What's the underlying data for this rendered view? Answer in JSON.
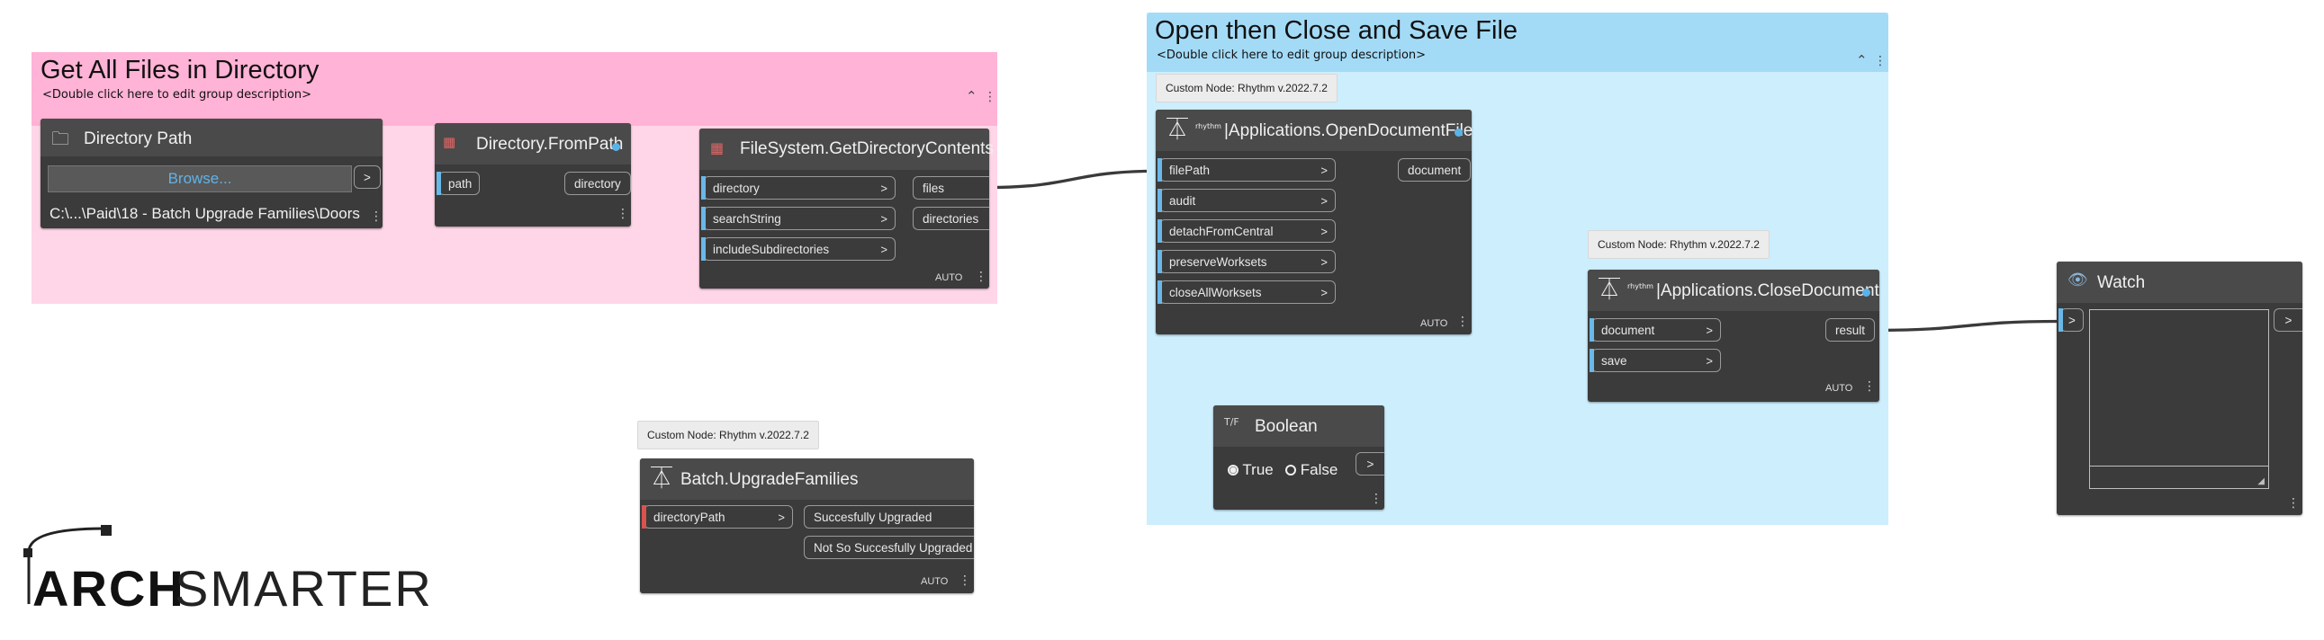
{
  "groups": {
    "get_all": {
      "title": "Get All Files in Directory",
      "description": "<Double click here to edit group description>"
    },
    "open_close": {
      "title": "Open then Close and Save File",
      "description": "<Double click here to edit group description>"
    }
  },
  "group_controls": {
    "collapse": "^",
    "more": "⋮"
  },
  "nodes": {
    "directory_path": {
      "title": "Directory Path",
      "browse_label": "Browse...",
      "value": "C:\\...\\Paid\\18 - Batch Upgrade Families\\Doors",
      "output": ">"
    },
    "directory_frompath": {
      "title": "Directory.FromPath",
      "input": "path",
      "output": "directory"
    },
    "get_dir_contents": {
      "title": "FileSystem.GetDirectoryContents",
      "inputs": [
        "directory",
        "searchString",
        "includeSubdirectories"
      ],
      "outputs": [
        "files",
        "directories"
      ],
      "mode": "AUTO"
    },
    "open_document": {
      "tag": "Custom Node: Rhythm v.2022.7.2",
      "brand": "rhythm",
      "title": "|Applications.OpenDocumentFile",
      "inputs": [
        "filePath",
        "audit",
        "detachFromCentral",
        "preserveWorksets",
        "closeAllWorksets"
      ],
      "output": "document",
      "mode": "AUTO"
    },
    "close_document": {
      "tag": "Custom Node: Rhythm v.2022.7.2",
      "brand": "rhythm",
      "title": "|Applications.CloseDocument",
      "inputs": [
        "document",
        "save"
      ],
      "output": "result",
      "mode": "AUTO"
    },
    "boolean": {
      "title": "Boolean",
      "icon_label": "T/F",
      "true_label": "True",
      "false_label": "False",
      "selected": "True",
      "output": ">"
    },
    "batch_upgrade": {
      "tag": "Custom Node: Rhythm v.2022.7.2",
      "title": "Batch.UpgradeFamilies",
      "input": "directoryPath",
      "outputs": [
        "Succesfully Upgraded",
        "Not So Succesfully Upgraded"
      ],
      "mode": "AUTO"
    },
    "watch": {
      "title": "Watch",
      "input": ">",
      "output": ">"
    }
  },
  "port_chevron": ">",
  "menu_dots": "⋮",
  "logo": {
    "text_bold": "ARCH",
    "text_light": "SMARTER"
  },
  "colors": {
    "group_pink": "#ffd6e8",
    "group_pink_head": "#ffb3d6",
    "group_blue": "#cdeefd",
    "group_blue_head": "#a3dbf7",
    "node_body": "#3b3b3b",
    "port_accent": "#69b8e8",
    "required_port": "#d9534f"
  }
}
